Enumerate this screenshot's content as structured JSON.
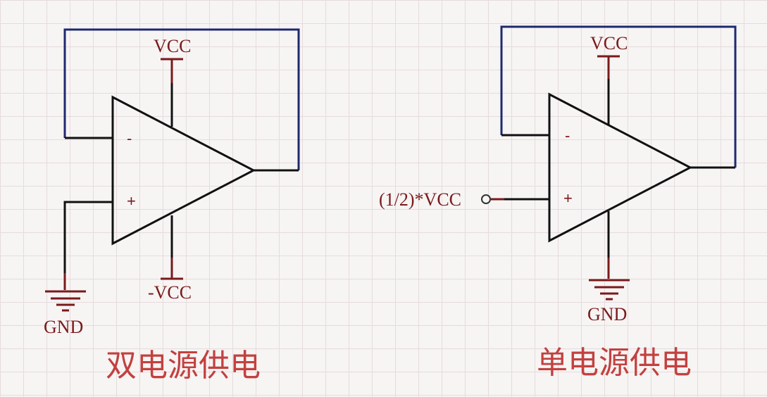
{
  "left_circuit": {
    "vcc_label": "VCC",
    "neg_vcc_label": "-VCC",
    "gnd_label": "GND",
    "minus_sign": "-",
    "plus_sign": "+",
    "caption": "双电源供电"
  },
  "right_circuit": {
    "vcc_label": "VCC",
    "gnd_label": "GND",
    "input_label": "(1/2)*VCC",
    "minus_sign": "-",
    "plus_sign": "+",
    "caption": "单电源供电"
  }
}
